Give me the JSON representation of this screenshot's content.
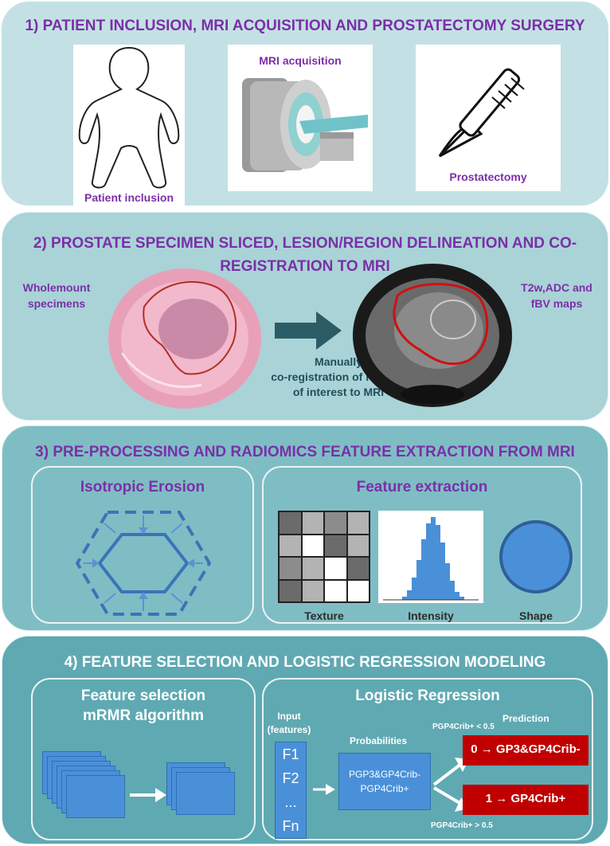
{
  "panel1": {
    "title": "1) PATIENT INCLUSION, MRI ACQUISITION AND PROSTATECTOMY SURGERY",
    "patient_caption": "Patient inclusion",
    "mri_caption": "MRI acquisition",
    "prostatectomy_caption": "Prostatectomy"
  },
  "panel2": {
    "title_line1": "2) PROSTATE SPECIMEN SLICED, LESION/REGION DELINEATION AND CO-",
    "title_line2": "REGISTRATION TO MRI",
    "wholemount_line1": "Wholemount",
    "wholemount_line2": "specimens",
    "maps_line1": "T2w,ADC and",
    "maps_line2": "fBV maps",
    "manual_line1": "Manually",
    "manual_line2": "co-registration of regions",
    "manual_line3": "of interest to MRI"
  },
  "panel3": {
    "title": "3) PRE-PROCESSING AND RADIOMICS FEATURE EXTRACTION FROM MRI",
    "erosion_title": "Isotropic Erosion",
    "extraction_title": "Feature extraction",
    "texture_label": "Texture",
    "intensity_label": "Intensity",
    "shape_label": "Shape",
    "texture_grid": [
      [
        "#6b6b6b",
        "#b3b3b3",
        "#8c8c8c",
        "#b3b3b3"
      ],
      [
        "#b3b3b3",
        "#ffffff",
        "#6b6b6b",
        "#b3b3b3"
      ],
      [
        "#8c8c8c",
        "#b3b3b3",
        "#ffffff",
        "#6b6b6b"
      ],
      [
        "#6b6b6b",
        "#b3b3b3",
        "#ffffff",
        "#ffffff"
      ]
    ]
  },
  "panel4": {
    "title": "4) FEATURE SELECTION AND LOGISTIC REGRESSION MODELING",
    "selection_line1": "Feature selection",
    "selection_line2": "mRMR algorithm",
    "regression_title": "Logistic Regression",
    "input_line1": "Input",
    "input_line2": "(features)",
    "features": [
      "F1",
      "F2",
      "...",
      "Fn"
    ],
    "probabilities_label": "Probabilities",
    "prob_line1": "PGP3&GP4Crib-",
    "prob_line2": "PGP4Crib+",
    "prediction_label": "Prediction",
    "cond_low": "PGP4Crib+ < 0.5",
    "cond_high": "PGP4Crib+ > 0.5",
    "out0": "0 → GP3&GP4Crib-",
    "out1": "1 → GP4Crib+"
  },
  "colors": {
    "purple": "#7b2fa8",
    "blue": "#4a90d9",
    "red": "#c00000",
    "teal_arrow": "#2b5c66"
  }
}
